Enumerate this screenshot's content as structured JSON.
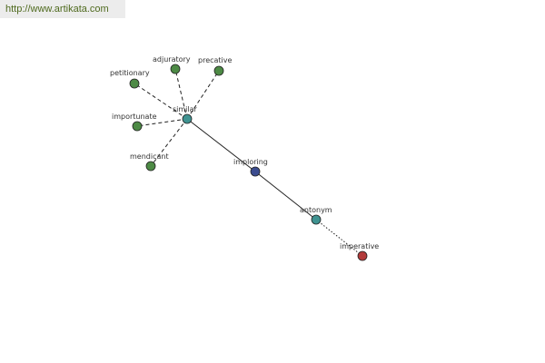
{
  "watermark": {
    "text": "http://www.artikata.com"
  },
  "graph": {
    "colors": {
      "green": "#4d8a45",
      "teal": "#3f9391",
      "blue": "#3b4c8f",
      "red": "#b23a3a"
    },
    "nodes": [
      {
        "id": "adjuratory",
        "label": "adjuratory",
        "color": "green"
      },
      {
        "id": "precative",
        "label": "precative",
        "color": "green"
      },
      {
        "id": "petitionary",
        "label": "petitionary",
        "color": "green"
      },
      {
        "id": "importunate",
        "label": "importunate",
        "color": "green"
      },
      {
        "id": "mendicant",
        "label": "mendicant",
        "color": "green"
      },
      {
        "id": "similar",
        "label": "similar",
        "color": "teal"
      },
      {
        "id": "imploring",
        "label": "imploring",
        "color": "blue"
      },
      {
        "id": "antonym",
        "label": "antonym",
        "color": "teal"
      },
      {
        "id": "imperative",
        "label": "imperative",
        "color": "red"
      }
    ],
    "edges": [
      {
        "from": "similar",
        "to": "adjuratory",
        "style": "dashed"
      },
      {
        "from": "similar",
        "to": "precative",
        "style": "dashed"
      },
      {
        "from": "similar",
        "to": "petitionary",
        "style": "dashed"
      },
      {
        "from": "similar",
        "to": "importunate",
        "style": "dashed"
      },
      {
        "from": "similar",
        "to": "mendicant",
        "style": "dashed"
      },
      {
        "from": "similar",
        "to": "imploring",
        "style": "solid"
      },
      {
        "from": "imploring",
        "to": "antonym",
        "style": "solid"
      },
      {
        "from": "antonym",
        "to": "imperative",
        "style": "dotted"
      }
    ]
  }
}
